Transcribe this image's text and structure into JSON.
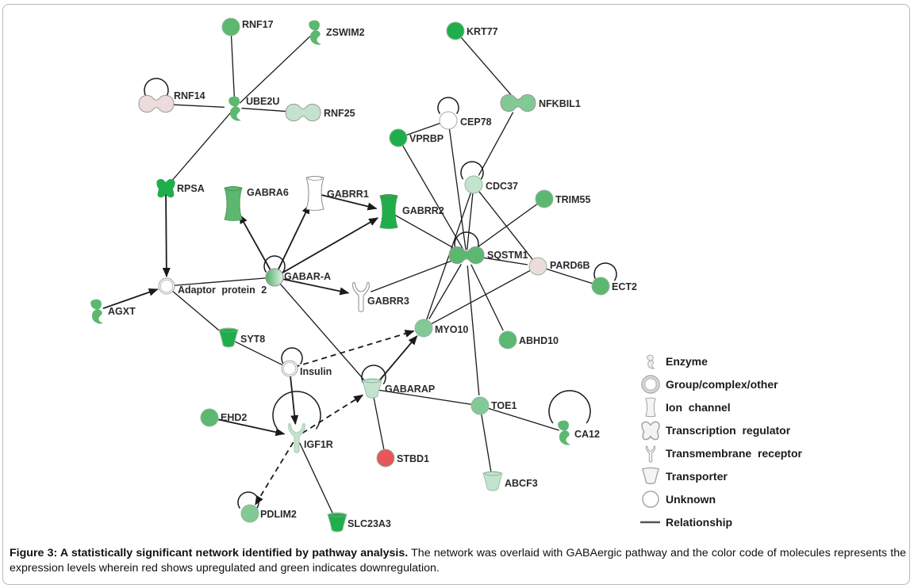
{
  "figure": {
    "caption_bold": "Figure 3: A statistically significant network identified by pathway analysis.",
    "caption_text": " The network was overlaid with GABAergic pathway and the color code of molecules represents the expression levels wherein red shows upregulated and green indicates downregulation."
  },
  "colors": {
    "green_dark": "#1fae4b",
    "green_mid": "#5cb870",
    "green_light": "#82c995",
    "green_pale": "#c4e3cf",
    "pink_pale": "#eddcdc",
    "white": "#ffffff",
    "red": "#e8555a",
    "edge": "#1a1a1a",
    "outline": "#9a9a9a"
  },
  "nodes": [
    {
      "id": "RNF17",
      "label": "RNF17",
      "shape": "circle",
      "color": "green_mid"
    },
    {
      "id": "ZSWIM2",
      "label": "ZSWIM2",
      "shape": "enzyme",
      "color": "green_mid"
    },
    {
      "id": "KRT77",
      "label": "KRT77",
      "shape": "circle",
      "color": "green_dark"
    },
    {
      "id": "RNF14",
      "label": "RNF14",
      "shape": "transcription",
      "color": "pink_pale"
    },
    {
      "id": "UBE2U",
      "label": "UBE2U",
      "shape": "enzyme",
      "color": "green_mid"
    },
    {
      "id": "RNF25",
      "label": "RNF25",
      "shape": "transcription",
      "color": "green_pale"
    },
    {
      "id": "NFKBIL1",
      "label": "NFKBIL1",
      "shape": "transcription",
      "color": "green_light"
    },
    {
      "id": "CEP78",
      "label": "CEP78",
      "shape": "circle",
      "color": "white"
    },
    {
      "id": "VPRBP",
      "label": "VPRBP",
      "shape": "circle",
      "color": "green_dark"
    },
    {
      "id": "RPSA",
      "label": "RPSA",
      "shape": "transcription_v",
      "color": "green_dark"
    },
    {
      "id": "GABRA6",
      "label": "GABRA6",
      "shape": "ion",
      "color": "green_mid"
    },
    {
      "id": "GABRR1",
      "label": "GABRR1",
      "shape": "ion",
      "color": "white"
    },
    {
      "id": "GABRR2",
      "label": "GABRR2",
      "shape": "ion",
      "color": "green_dark"
    },
    {
      "id": "CDC37",
      "label": "CDC37",
      "shape": "circle",
      "color": "green_pale"
    },
    {
      "id": "TRIM55",
      "label": "TRIM55",
      "shape": "circle",
      "color": "green_mid"
    },
    {
      "id": "SQSTM1",
      "label": "SQSTM1",
      "shape": "transcription",
      "color": "green_mid"
    },
    {
      "id": "PARD6B",
      "label": "PARD6B",
      "shape": "circle",
      "color": "pink_pale"
    },
    {
      "id": "ECT2",
      "label": "ECT2",
      "shape": "circle",
      "color": "green_mid"
    },
    {
      "id": "AdaptorProtein2",
      "label": "Adaptor protein 2",
      "shape": "group",
      "color": "white"
    },
    {
      "id": "GABAR-A",
      "label": "GABAR-A",
      "shape": "group_grad",
      "color": "green_mid"
    },
    {
      "id": "GABRR3",
      "label": "GABRR3",
      "shape": "receptor",
      "color": "white"
    },
    {
      "id": "AGXT",
      "label": "AGXT",
      "shape": "enzyme",
      "color": "green_mid"
    },
    {
      "id": "SYT8",
      "label": "SYT8",
      "shape": "transporter",
      "color": "green_dark"
    },
    {
      "id": "MYO10",
      "label": "MYO10",
      "shape": "circle",
      "color": "green_light"
    },
    {
      "id": "ABHD10",
      "label": "ABHD10",
      "shape": "circle",
      "color": "green_mid"
    },
    {
      "id": "Insulin",
      "label": "Insulin",
      "shape": "group",
      "color": "white"
    },
    {
      "id": "GABARAP",
      "label": "GABARAP",
      "shape": "transporter",
      "color": "green_pale"
    },
    {
      "id": "TOE1",
      "label": "TOE1",
      "shape": "circle",
      "color": "green_light"
    },
    {
      "id": "CA12",
      "label": "CA12",
      "shape": "enzyme",
      "color": "green_mid"
    },
    {
      "id": "EHD2",
      "label": "EHD2",
      "shape": "circle",
      "color": "green_mid"
    },
    {
      "id": "IGF1R",
      "label": "IGF1R",
      "shape": "receptor",
      "color": "green_pale"
    },
    {
      "id": "STBD1",
      "label": "STBD1",
      "shape": "circle",
      "color": "red"
    },
    {
      "id": "ABCF3",
      "label": "ABCF3",
      "shape": "transporter",
      "color": "green_pale"
    },
    {
      "id": "PDLIM2",
      "label": "PDLIM2",
      "shape": "circle",
      "color": "green_light"
    },
    {
      "id": "SLC23A3",
      "label": "SLC23A3",
      "shape": "transporter",
      "color": "green_dark"
    }
  ],
  "edges": [
    {
      "from": "RNF17",
      "to": "UBE2U",
      "type": "solid"
    },
    {
      "from": "ZSWIM2",
      "to": "UBE2U",
      "type": "solid"
    },
    {
      "from": "RNF14",
      "to": "UBE2U",
      "type": "solid"
    },
    {
      "from": "UBE2U",
      "to": "RNF25",
      "type": "solid"
    },
    {
      "from": "UBE2U",
      "to": "RPSA",
      "type": "solid"
    },
    {
      "from": "KRT77",
      "to": "NFKBIL1",
      "type": "solid"
    },
    {
      "from": "NFKBIL1",
      "to": "CDC37",
      "type": "solid"
    },
    {
      "from": "VPRBP",
      "to": "CEP78",
      "type": "solid"
    },
    {
      "from": "CEP78",
      "to": "SQSTM1",
      "type": "solid"
    },
    {
      "from": "VPRBP",
      "to": "SQSTM1",
      "type": "solid"
    },
    {
      "from": "CDC37",
      "to": "SQSTM1",
      "type": "solid"
    },
    {
      "from": "CDC37",
      "to": "MYO10",
      "type": "solid"
    },
    {
      "from": "CDC37",
      "to": "PARD6B",
      "type": "solid"
    },
    {
      "from": "TRIM55",
      "to": "SQSTM1",
      "type": "solid"
    },
    {
      "from": "GABRR2",
      "to": "SQSTM1",
      "type": "solid"
    },
    {
      "from": "SQSTM1",
      "to": "PARD6B",
      "type": "solid"
    },
    {
      "from": "PARD6B",
      "to": "ECT2",
      "type": "solid"
    },
    {
      "from": "SQSTM1",
      "to": "GABRR3",
      "type": "solid"
    },
    {
      "from": "SQSTM1",
      "to": "MYO10",
      "type": "solid"
    },
    {
      "from": "SQSTM1",
      "to": "ABHD10",
      "type": "solid"
    },
    {
      "from": "SQSTM1",
      "to": "TOE1",
      "type": "solid"
    },
    {
      "from": "PARD6B",
      "to": "MYO10",
      "type": "solid"
    },
    {
      "from": "RPSA",
      "to": "AdaptorProtein2",
      "type": "arrow"
    },
    {
      "from": "AGXT",
      "to": "AdaptorProtein2",
      "type": "arrow"
    },
    {
      "from": "AdaptorProtein2",
      "to": "GABAR-A",
      "type": "solid"
    },
    {
      "from": "AdaptorProtein2",
      "to": "SYT8",
      "type": "solid"
    },
    {
      "from": "GABAR-A",
      "to": "GABRA6",
      "type": "arrow"
    },
    {
      "from": "GABAR-A",
      "to": "GABRR1",
      "type": "arrow"
    },
    {
      "from": "GABAR-A",
      "to": "GABRR2",
      "type": "arrow"
    },
    {
      "from": "GABRR1",
      "to": "GABRR2",
      "type": "arrow"
    },
    {
      "from": "GABAR-A",
      "to": "GABRR3",
      "type": "arrow"
    },
    {
      "from": "GABAR-A",
      "to": "GABARAP",
      "type": "solid"
    },
    {
      "from": "SYT8",
      "to": "Insulin",
      "type": "solid"
    },
    {
      "from": "Insulin",
      "to": "MYO10",
      "type": "dashed-arrow"
    },
    {
      "from": "Insulin",
      "to": "IGF1R",
      "type": "arrow"
    },
    {
      "from": "GABARAP",
      "to": "MYO10",
      "type": "arrow"
    },
    {
      "from": "GABARAP",
      "to": "TOE1",
      "type": "solid"
    },
    {
      "from": "GABARAP",
      "to": "STBD1",
      "type": "solid"
    },
    {
      "from": "TOE1",
      "to": "CA12",
      "type": "solid"
    },
    {
      "from": "TOE1",
      "to": "ABCF3",
      "type": "solid"
    },
    {
      "from": "EHD2",
      "to": "IGF1R",
      "type": "arrow"
    },
    {
      "from": "IGF1R",
      "to": "GABARAP",
      "type": "dashed-arrow"
    },
    {
      "from": "IGF1R",
      "to": "PDLIM2",
      "type": "dashed-arrow"
    },
    {
      "from": "IGF1R",
      "to": "SLC23A3",
      "type": "solid"
    }
  ],
  "self_loops": [
    "RNF14",
    "CEP78",
    "CDC37",
    "SQSTM1",
    "ECT2",
    "GABAR-A",
    "Insulin",
    "GABARAP",
    "IGF1R",
    "CA12",
    "PDLIM2"
  ],
  "legend": {
    "items": [
      {
        "icon": "enzyme-icon",
        "label": "Enzyme"
      },
      {
        "icon": "group-complex-icon",
        "label": "Group/complex/other"
      },
      {
        "icon": "ion-channel-icon",
        "label": "Ion  channel"
      },
      {
        "icon": "transcription-regulator-icon",
        "label": "Transcription  regulator"
      },
      {
        "icon": "transmembrane-receptor-icon",
        "label": "Transmembrane  receptor"
      },
      {
        "icon": "transporter-icon",
        "label": "Transporter"
      },
      {
        "icon": "unknown-icon",
        "label": "Unknown"
      },
      {
        "icon": "relationship-line-icon",
        "label": "Relationship"
      }
    ]
  }
}
